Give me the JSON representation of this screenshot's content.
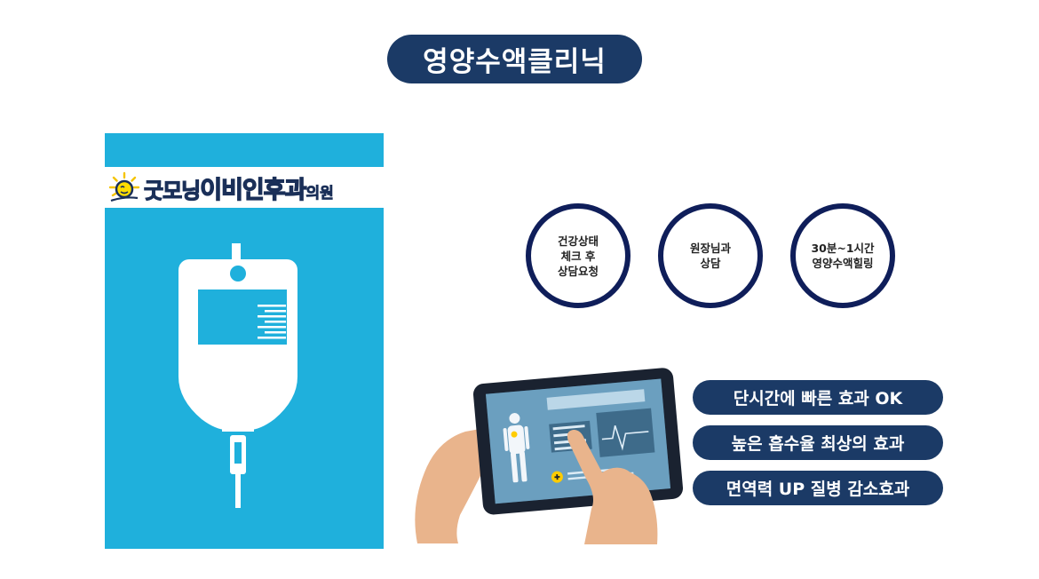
{
  "title": "영양수액클리닉",
  "poster": {
    "logo_part1": "굿모닝",
    "logo_part2": "이비인후과",
    "logo_part3": "의원",
    "icon": "sun-face-logo-icon",
    "colors": {
      "background": "#1fb0dc",
      "logo_accent": "#ffdd00",
      "logo_outline": "#1a2f58"
    },
    "illustration": "iv-bag-icon"
  },
  "steps": [
    {
      "label": "건강상태\n체크 후\n상담요청"
    },
    {
      "label": "원장님과\n상담"
    },
    {
      "label": "30분~1시간\n영양수액힐링"
    }
  ],
  "benefits": [
    {
      "label": "단시간에 빠른 효과 OK"
    },
    {
      "label": "높은 흡수율 최상의 효과"
    },
    {
      "label": "면역력 UP 질병 감소효과"
    }
  ],
  "illustration": "tablet-hands-icon",
  "colors": {
    "navy": "#1b3a66",
    "circle_border": "#0f1e5a"
  }
}
